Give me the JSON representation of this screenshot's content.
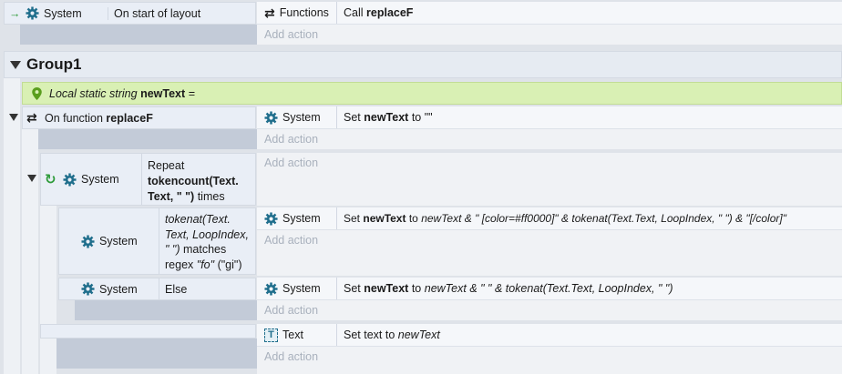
{
  "events": {
    "start": {
      "object": "System",
      "condition": "On start of layout",
      "action_object": "Functions",
      "action_prefix": "Call",
      "action_func": "replaceF",
      "add_action": "Add action"
    },
    "group": {
      "title": "Group1",
      "variable_prefix": "Local static string",
      "variable_name": "newText",
      "variable_suffix": "="
    },
    "function": {
      "prefix": "On function",
      "name": "replaceF",
      "action_object": "System",
      "action_prefix": "Set",
      "action_var": "newText",
      "action_suffix": "to \"\"",
      "add_action": "Add action"
    },
    "repeat": {
      "object": "System",
      "line1": "Repeat",
      "line2": "tokencount(Text.",
      "line3": "Text, \" \")",
      "line3_suffix": "times",
      "add_action": "Add action"
    },
    "match": {
      "object": "System",
      "line1": "tokenat(Text.",
      "line2": "Text, LoopIndex,",
      "line3": "\" \")",
      "line3_suffix": "matches",
      "line4_prefix": "regex",
      "line4_regex": "\"fo\"",
      "line4_flags": "(\"gi\")",
      "action_object": "System",
      "action_prefix": "Set",
      "action_var": "newText",
      "action_mid": "to",
      "action_expr": "newText & \" [color=#ff0000]\" & tokenat(Text.Text, LoopIndex, \" \") & \"[/color]\"",
      "add_action": "Add action"
    },
    "else": {
      "object": "System",
      "condition": "Else",
      "action_object": "System",
      "action_prefix": "Set",
      "action_var": "newText",
      "action_mid": "to",
      "action_expr": "newText & \" \" & tokenat(Text.Text, LoopIndex, \" \")",
      "add_action": "Add action"
    },
    "text": {
      "action_object": "Text",
      "action_prefix": "Set text to",
      "action_expr": "newText",
      "add_action": "Add action"
    }
  },
  "colors": {
    "gear": "#1f6e8c",
    "arrow_green": "#2e9b3a",
    "variable_bg": "#d9f0b4",
    "group_bg": "#e6ebf2"
  }
}
